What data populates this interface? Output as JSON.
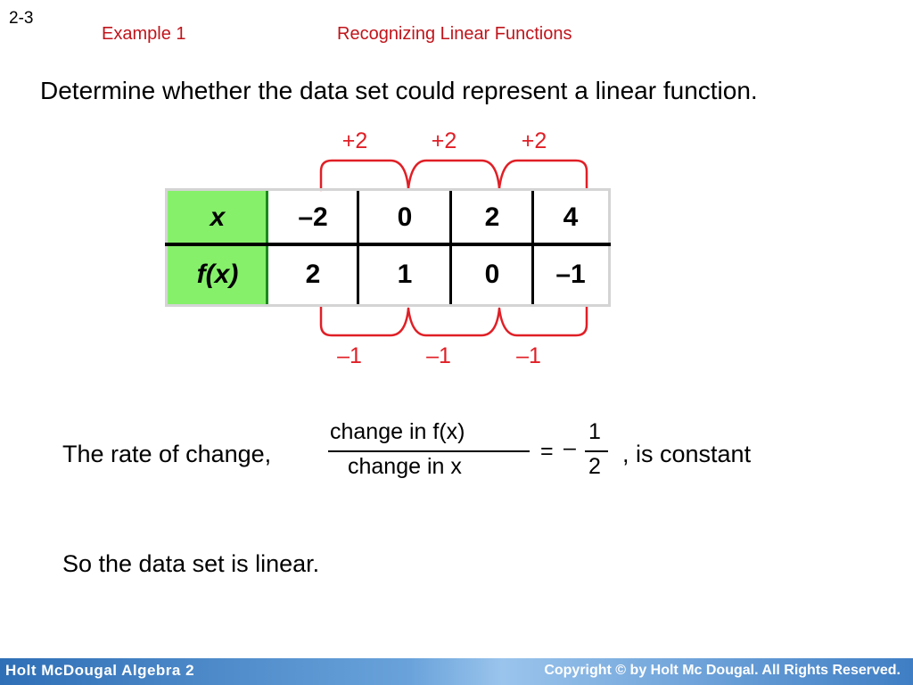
{
  "slide": {
    "number": "2-3",
    "example_label": "Example 1",
    "section_title": "Recognizing Linear Functions",
    "question": "Determine whether the data set could represent a linear function."
  },
  "table": {
    "header_x": "x",
    "header_fx": "f(x)",
    "x_values": [
      "–2",
      "0",
      "2",
      "4"
    ],
    "fx_values": [
      "2",
      "1",
      "0",
      "–1"
    ]
  },
  "differences": {
    "x": [
      "+2",
      "+2",
      "+2"
    ],
    "fx": [
      "–1",
      "–1",
      "–1"
    ]
  },
  "rate": {
    "lead": "The rate of change,",
    "numerator": "change in f(x)",
    "denominator": "change in x",
    "equals": "=",
    "minus": "–",
    "value_numerator": "1",
    "value_denominator": "2",
    "tail": ", is constant"
  },
  "conclusion": "So the data set is linear.",
  "footer": {
    "left": "Holt McDougal Algebra 2",
    "right": "Copyright © by Holt Mc Dougal. All Rights Reserved."
  },
  "colors": {
    "title_red": "#c0141b",
    "bracket_red": "#e01f26",
    "header_green": "#86f06b",
    "footer_blue": "#2f6fb6"
  }
}
